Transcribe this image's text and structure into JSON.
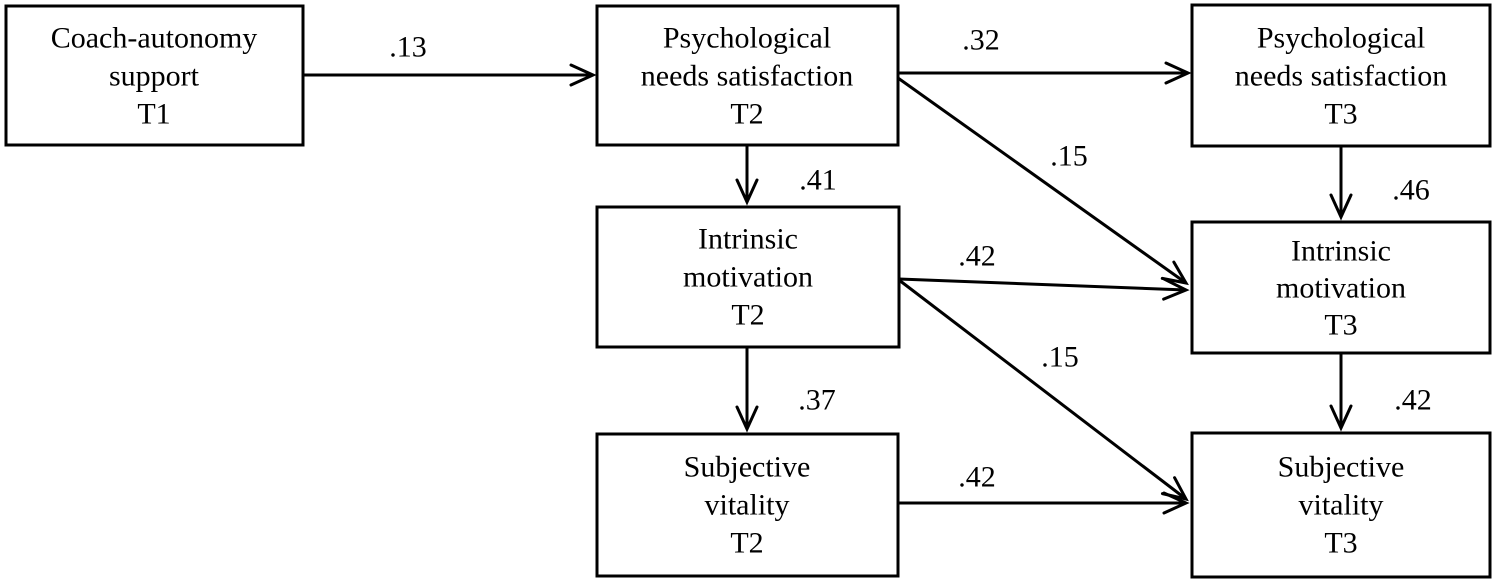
{
  "figure": {
    "type": "path-analysis-diagram",
    "background_color": "#ffffff",
    "line_color": "#000000"
  },
  "diagram": {
    "nodes": {
      "cas_t1": {
        "id": "cas_t1",
        "lines": [
          "Coach-autonomy",
          "support",
          "T1"
        ]
      },
      "pns_t2": {
        "id": "pns_t2",
        "lines": [
          "Psychological",
          "needs satisfaction",
          "T2"
        ]
      },
      "pns_t3": {
        "id": "pns_t3",
        "lines": [
          "Psychological",
          "needs satisfaction",
          "T3"
        ]
      },
      "im_t2": {
        "id": "im_t2",
        "lines": [
          "Intrinsic",
          "motivation",
          "T2"
        ]
      },
      "im_t3": {
        "id": "im_t3",
        "lines": [
          "Intrinsic",
          "motivation",
          "T3"
        ]
      },
      "sv_t2": {
        "id": "sv_t2",
        "lines": [
          "Subjective",
          "vitality",
          "T2"
        ]
      },
      "sv_t3": {
        "id": "sv_t3",
        "lines": [
          "Subjective",
          "vitality",
          "T3"
        ]
      }
    },
    "edges": {
      "cas_t1__pns_t2": {
        "from": "cas_t1",
        "to": "pns_t2",
        "coefficient": ".13"
      },
      "pns_t2__pns_t3": {
        "from": "pns_t2",
        "to": "pns_t3",
        "coefficient": ".32"
      },
      "pns_t2__im_t2": {
        "from": "pns_t2",
        "to": "im_t2",
        "coefficient": ".41"
      },
      "pns_t2__im_t3": {
        "from": "pns_t2",
        "to": "im_t3",
        "coefficient": ".15"
      },
      "im_t2__im_t3": {
        "from": "im_t2",
        "to": "im_t3",
        "coefficient": ".42"
      },
      "im_t2__sv_t2": {
        "from": "im_t2",
        "to": "sv_t2",
        "coefficient": ".37"
      },
      "im_t2__sv_t3": {
        "from": "im_t2",
        "to": "sv_t3",
        "coefficient": ".15"
      },
      "sv_t2__sv_t3": {
        "from": "sv_t2",
        "to": "sv_t3",
        "coefficient": ".42"
      },
      "pns_t3__im_t3": {
        "from": "pns_t3",
        "to": "im_t3",
        "coefficient": ".46"
      },
      "im_t3__sv_t3": {
        "from": "im_t3",
        "to": "sv_t3",
        "coefficient": ".42"
      }
    }
  }
}
